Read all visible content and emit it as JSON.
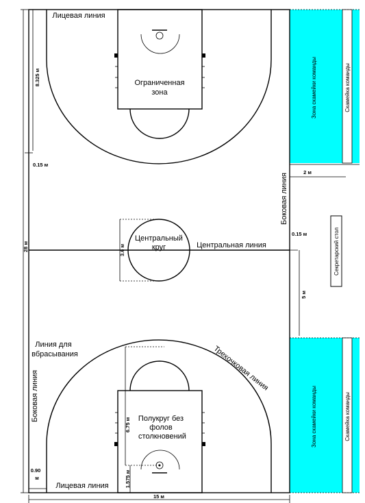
{
  "labels": {
    "baseline_top": "Лицевая линия",
    "restricted_zone": [
      "Ограниченная",
      "зона"
    ],
    "center_circle": [
      "Центральный",
      "круг"
    ],
    "center_line": "Центральная линия",
    "sideline_right": "Боковая линия",
    "sideline_left": "Боковая линия",
    "throw_in_line": [
      "Линия для",
      "вбрасывания"
    ],
    "three_point_line": "Трехочковая линия",
    "no_charge_semicircle": [
      "Полукруг без",
      "фолов",
      "столкновений"
    ],
    "baseline_bottom": "Лицевая линия",
    "bench_zone_top": "Зона скамейки команды",
    "bench_top": "Скамейка команды",
    "bench_zone_bottom": "Зона скамейки команды",
    "bench_bottom": "Скамейка команды",
    "scorer_table": "Секретарский стол"
  },
  "dimensions": {
    "length": "28 м",
    "width": "15 м",
    "three_point_dist_top": "8.325 м",
    "line_015_top": "0.15 м",
    "line_015_center": "0.15 м",
    "circle_diameter": "3.6 м",
    "bench_width": "2 м",
    "table_offset": "5 м",
    "arc_radius": "6.75 м",
    "basket_dist": "1.575 м",
    "corner_dist": [
      "0.90",
      "м"
    ]
  },
  "colors": {
    "court_lines": "#000000",
    "bench_zone": "#00ffff",
    "background": "#ffffff"
  }
}
